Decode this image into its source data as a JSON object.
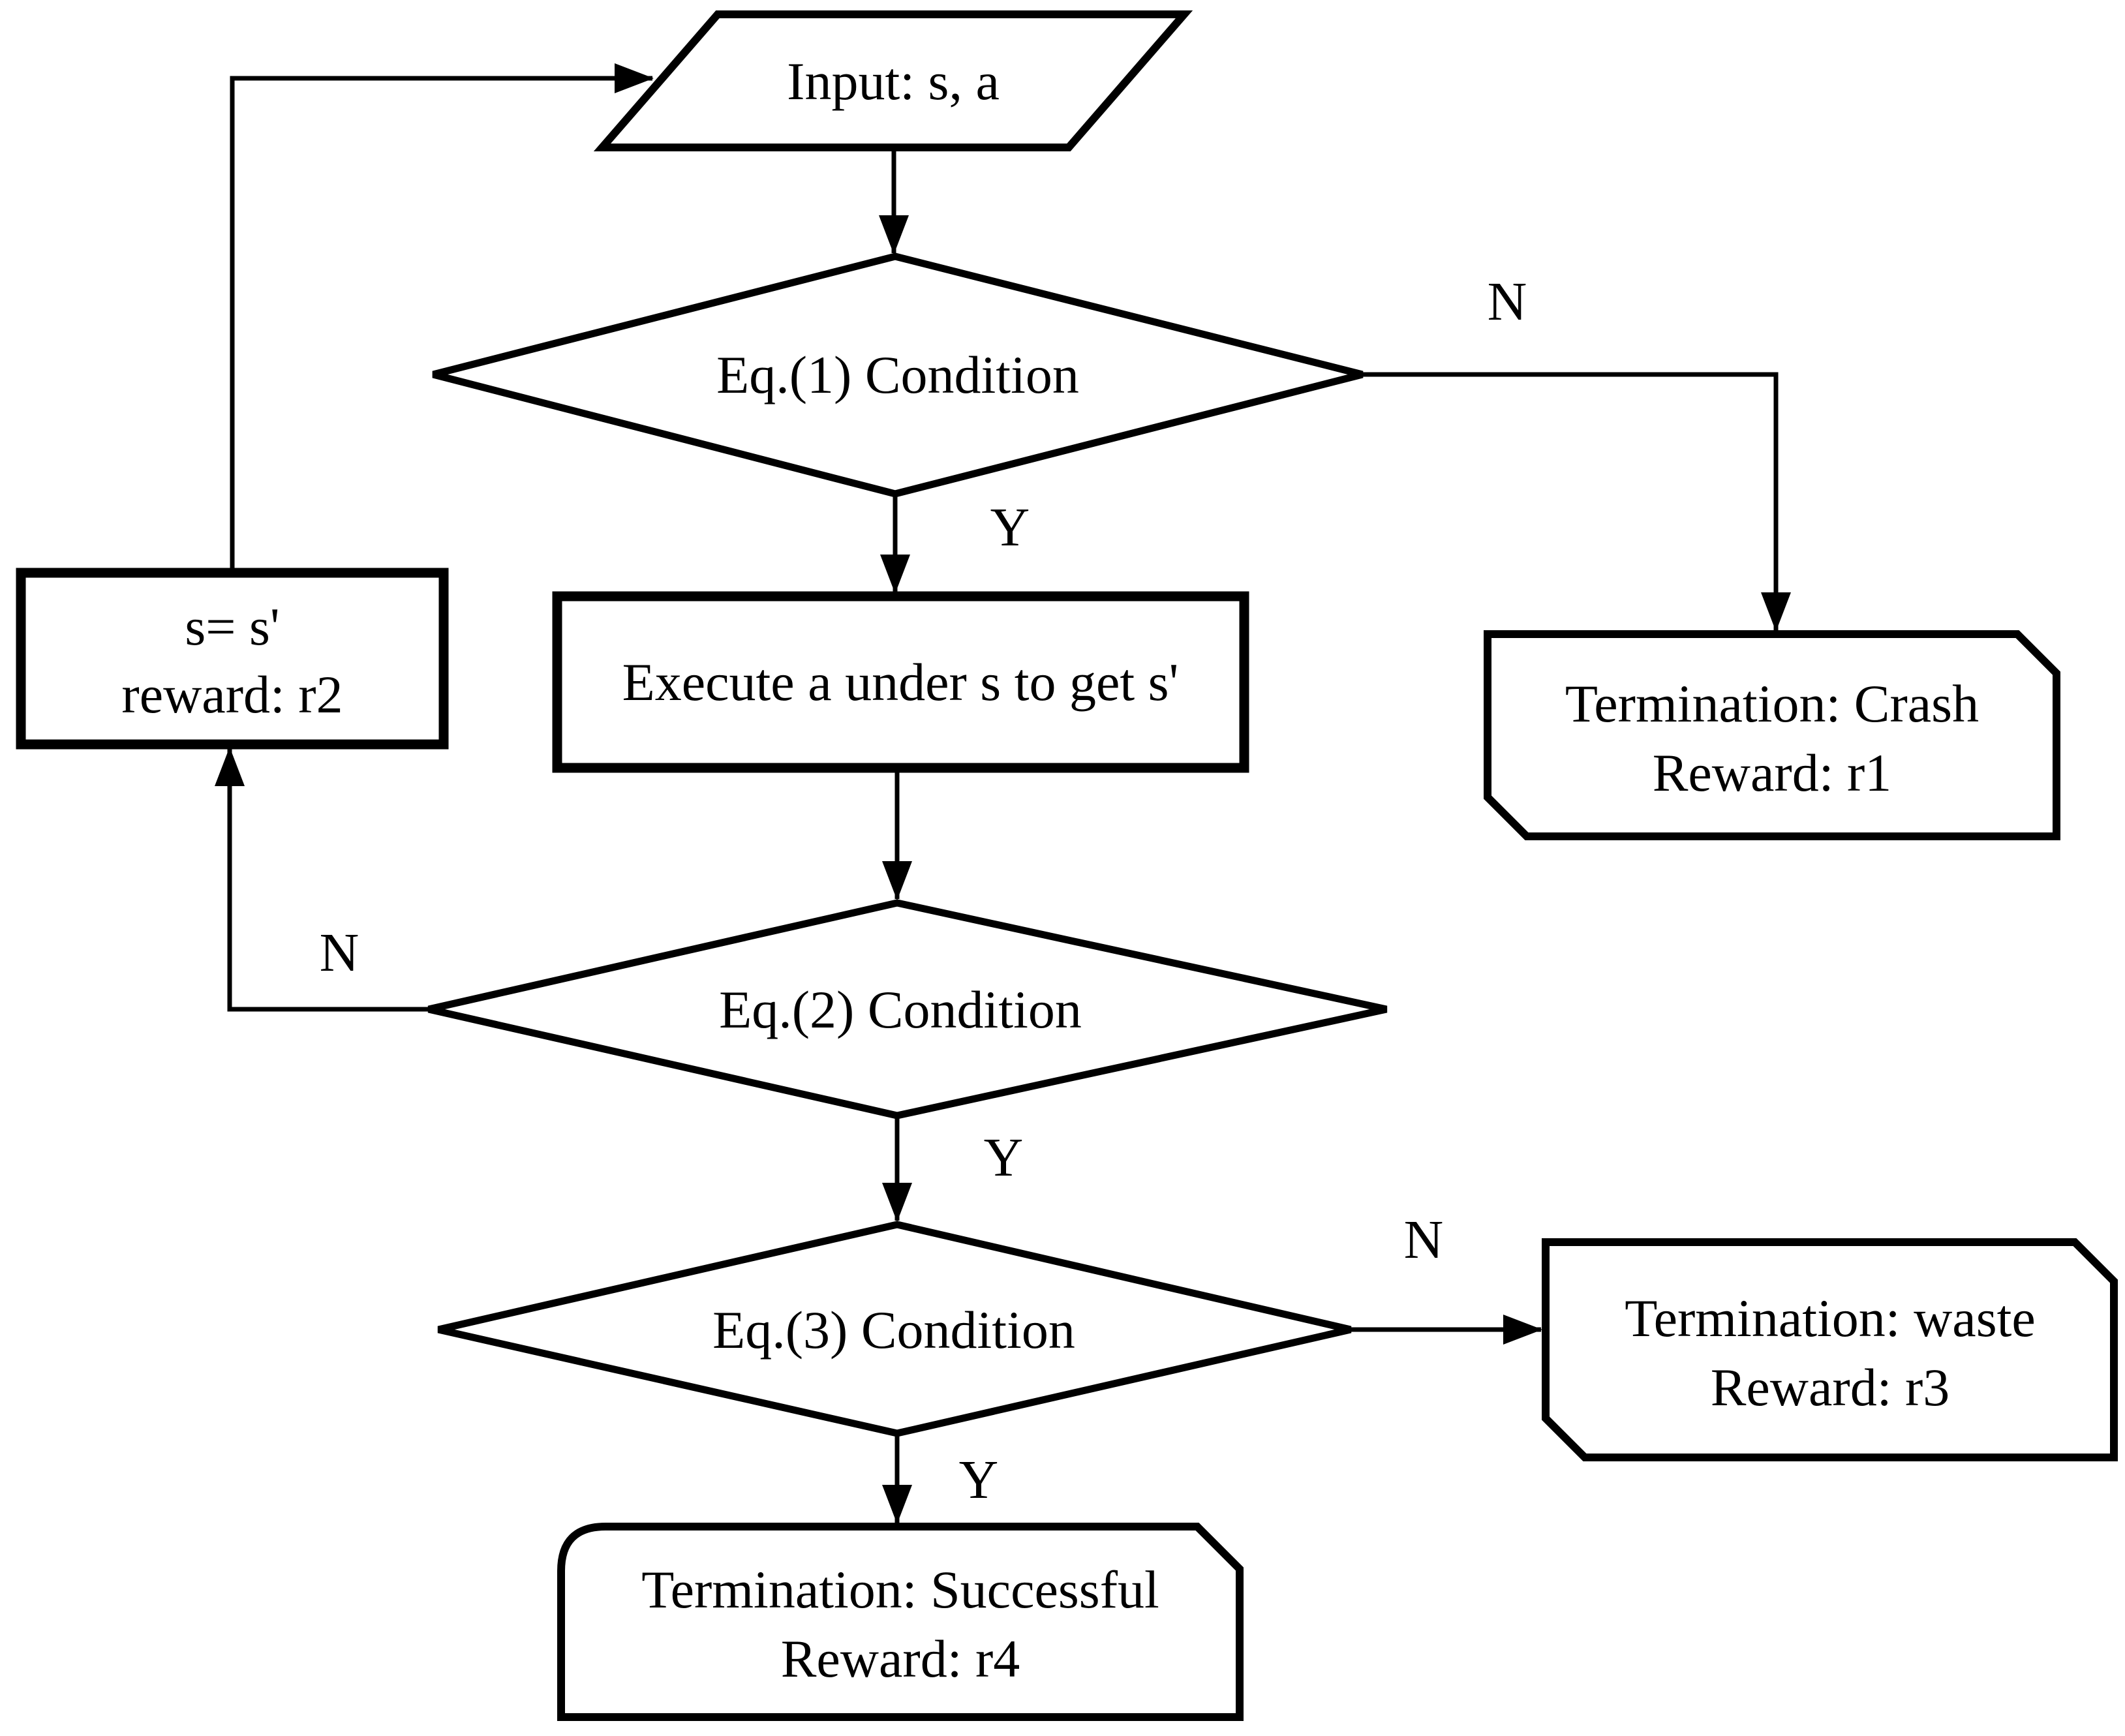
{
  "diagram": {
    "type": "flowchart",
    "colors": {
      "background": "#ffffff",
      "stroke": "#000000",
      "text": "#000000"
    },
    "nodes": {
      "input": {
        "shape": "parallelogram",
        "label": "Input: s, a"
      },
      "cond1": {
        "shape": "decision-diamond",
        "label": "Eq.(1) Condition"
      },
      "execute": {
        "shape": "process-rect",
        "label": "Execute a under s to get s'"
      },
      "update": {
        "shape": "process-rect",
        "line1": "s= s'",
        "line2": "reward: r2"
      },
      "crash": {
        "shape": "terminator-card",
        "line1": "Termination: Crash",
        "line2": "Reward: r1"
      },
      "cond2": {
        "shape": "decision-diamond",
        "label": "Eq.(2) Condition"
      },
      "cond3": {
        "shape": "decision-diamond",
        "label": "Eq.(3) Condition"
      },
      "waste": {
        "shape": "terminator-card",
        "line1": "Termination: waste",
        "line2": "Reward: r3"
      },
      "success": {
        "shape": "terminator-card",
        "line1": "Termination: Successful",
        "line2": "Reward: r4"
      }
    },
    "labels": {
      "cond1_no": "N",
      "cond1_yes": "Y",
      "cond2_no": "N",
      "cond2_yes": "Y",
      "cond3_no": "N",
      "cond3_yes": "Y"
    }
  }
}
